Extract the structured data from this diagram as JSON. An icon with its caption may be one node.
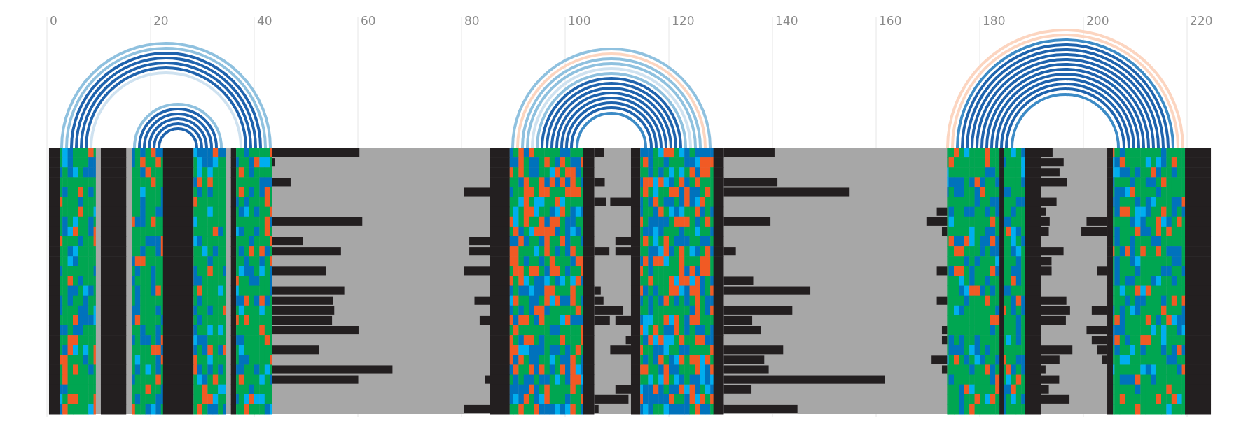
{
  "diagram": {
    "labels": [
      "0",
      "20",
      "40",
      "60",
      "80",
      "100",
      "120",
      "140",
      "160",
      "180",
      "200",
      "220"
    ]
  }
}
